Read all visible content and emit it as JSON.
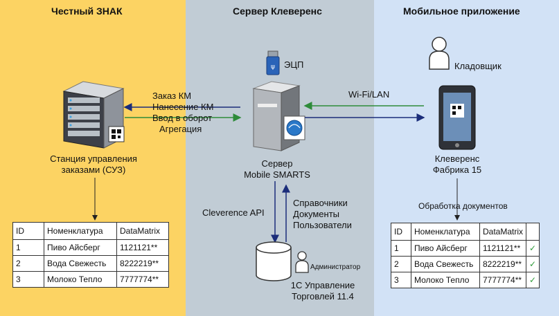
{
  "columns": {
    "left": {
      "title": "Честный ЗНАК",
      "color": "#fcd363"
    },
    "mid": {
      "title": "Сервер Клеверенс",
      "color": "#c1ccd5"
    },
    "right": {
      "title": "Мобильное приложение",
      "color": "#d2e2f6"
    }
  },
  "left": {
    "station_label": [
      "Станция управления",
      "заказами (СУЗ)"
    ]
  },
  "arrows_left": {
    "labels": [
      "Заказ КМ",
      "Нанесение КМ",
      "Ввод в оборот",
      "Агрегация"
    ]
  },
  "mid": {
    "ecp_label": "ЭЦП",
    "server_label": [
      "Сервер",
      "Mobile SMARTS"
    ],
    "api_label": "Cleverence API",
    "directory_label": [
      "Справочники",
      "Документы",
      "Пользователи"
    ],
    "admin_label": "Администратор",
    "db_label": [
      "1С Управление",
      "Торговлей 11.4"
    ]
  },
  "right": {
    "wifi_label": "Wi-Fi/LAN",
    "storekeeper_label": "Кладовщик",
    "app_label": [
      "Клеверенс",
      "Фабрика 15"
    ],
    "processing_label": "Обработка документов"
  },
  "table_left": {
    "headers": [
      "ID",
      "Номенклатура",
      "DataMatrix"
    ],
    "rows": [
      [
        "1",
        "Пиво Айсберг",
        "1121121**"
      ],
      [
        "2",
        "Вода Свежесть",
        "8222219**"
      ],
      [
        "3",
        "Молоко Тепло",
        "7777774**"
      ]
    ]
  },
  "table_right": {
    "headers": [
      "ID",
      "Номенклатура",
      "DataMatrix",
      ""
    ],
    "rows": [
      [
        "1",
        "Пиво Айсберг",
        "1121121**",
        "✓"
      ],
      [
        "2",
        "Вода Свежесть",
        "8222219**",
        "✓"
      ],
      [
        "3",
        "Молоко Тепло",
        "7777774**",
        "✓"
      ]
    ]
  },
  "colors": {
    "arrow_dark": "#1b2d7a",
    "arrow_green": "#2e8b3a"
  }
}
